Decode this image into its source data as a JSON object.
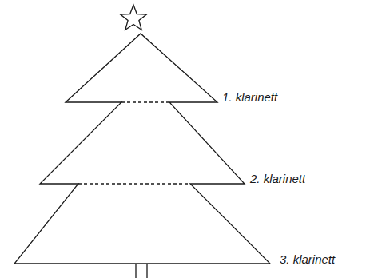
{
  "diagram": {
    "labels": [
      "1. klarinett",
      "2. klarinett",
      "3. klarinett"
    ]
  }
}
